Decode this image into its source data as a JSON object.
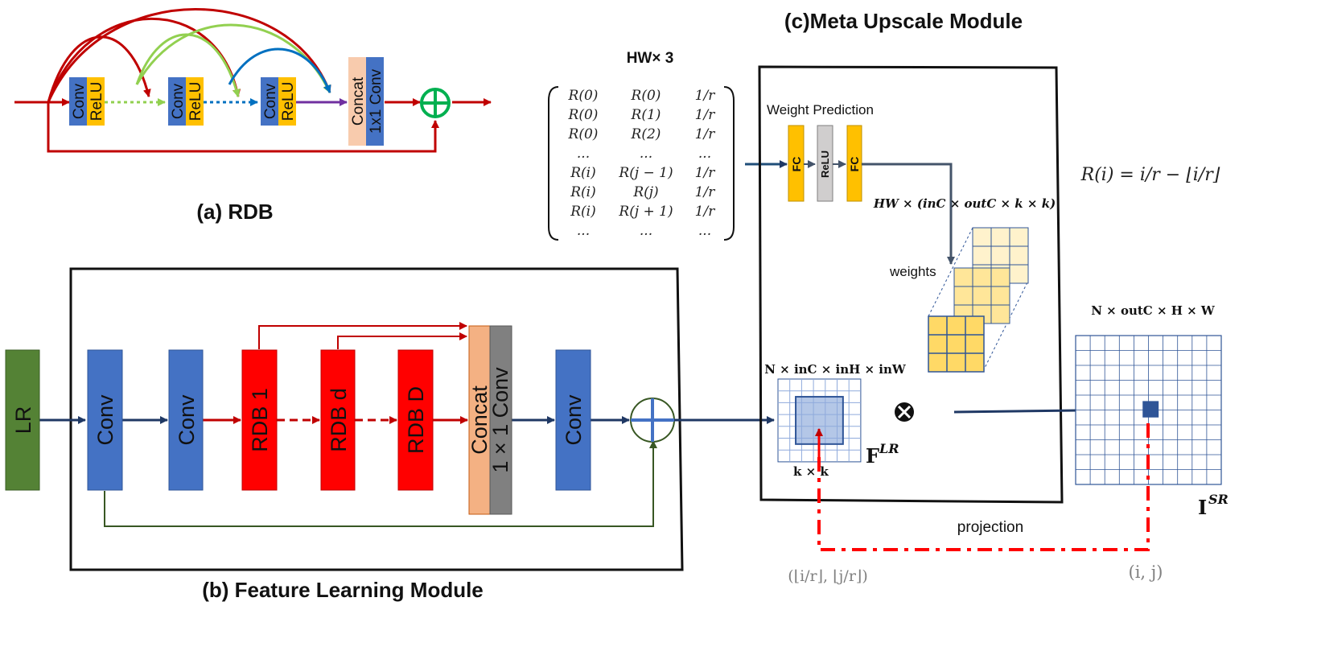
{
  "titles": {
    "rdb": "(a) RDB",
    "feature_learning": "(b) Feature Learning  Module",
    "meta_upscale": "(c)Meta Upscale Module"
  },
  "rdb": {
    "conv": "Conv",
    "relu": "ReLU",
    "concat": "Concat",
    "conv1x1": "1x1 Conv"
  },
  "feature_learning": {
    "lr": "LR",
    "conv": "Conv",
    "rdb_1": "RDB 1",
    "rdb_d": "RDB d",
    "rdb_D": "RDB D",
    "concat": "Concat",
    "conv1x1": "1 × 1 Conv"
  },
  "meta": {
    "matrix_header": "HW× 3",
    "matrix_rows": [
      [
        "R(0)",
        "R(0)",
        "1/r"
      ],
      [
        "R(0)",
        "R(1)",
        "1/r"
      ],
      [
        "R(0)",
        "R(2)",
        "1/r"
      ],
      [
        "...",
        "...",
        "..."
      ],
      [
        "R(i)",
        "R(j − 1)",
        "1/r"
      ],
      [
        "R(i)",
        "R(j)",
        "1/r"
      ],
      [
        "R(i)",
        "R(j + 1)",
        "1/r"
      ],
      [
        "...",
        "...",
        "..."
      ]
    ],
    "weight_prediction": "Weight Prediction",
    "fc": "FC",
    "relu": "ReLU",
    "weights_dim": "HW × (inC × outC × k × k)",
    "weights": "weights",
    "flr_dim": "N × inC × inH × inW",
    "kxk": "k × k",
    "flr_label": "F",
    "flr_sup": "LR",
    "isr_dim": "N × outC × H × W",
    "isr_label": "I",
    "isr_sup": "SR",
    "projection": "projection",
    "coord_lr": "(⌊i/r⌋, ⌊j/r⌋)",
    "coord_sr": "(i, j)",
    "formula": "R(i) = i/r − ⌊i/r⌋"
  },
  "colors": {
    "conv_blue": "#4472c4",
    "relu_yellow": "#ffc000",
    "rdb_red": "#ff0000",
    "concat_peach": "#f4b183",
    "conv1x1_gray": "#808080",
    "lr_green": "#538135",
    "arrow_navy": "#1f3864",
    "arrow_red": "#c00000",
    "skip_green": "#385723",
    "grid_blue": "#2f5597",
    "weight_yellow": "#ffe699"
  }
}
